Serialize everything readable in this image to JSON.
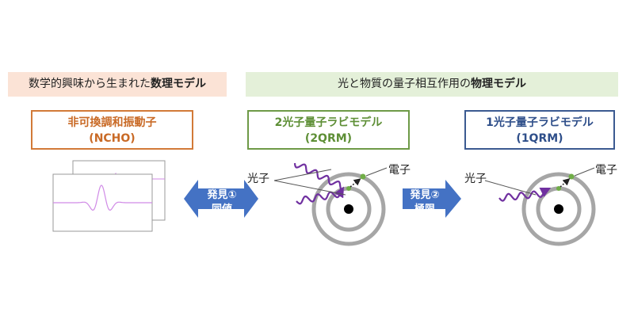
{
  "banners": {
    "left": {
      "prefix": "数学的興味から生まれた",
      "bold": "数理モデル"
    },
    "right": {
      "prefix": "光と物質の量子相互作用の",
      "bold": "物理モデル"
    }
  },
  "models": {
    "ncho": {
      "name": "非可換調和振動子",
      "abbr": "(NCHO)",
      "color": "#c96a26"
    },
    "qrm2": {
      "name": "2光子量子ラビモデル",
      "abbr": "(2QRM)",
      "color": "#5e8f36"
    },
    "qrm1": {
      "name": "1光子量子ラビモデル",
      "abbr": "(1QRM)",
      "color": "#2f4f8a"
    }
  },
  "discoveries": {
    "first": {
      "label": "発見①",
      "text": "同値"
    },
    "second": {
      "label": "発見②",
      "text": "極限"
    }
  },
  "annotations": {
    "photon": "光子",
    "electron": "電子"
  },
  "colors": {
    "arrow": "#4472c4",
    "wave": "#7030a0",
    "orbit": "#a6a6a6",
    "electron": "#70ad47",
    "nucleus": "#000000",
    "waveform": "#d08ae6"
  },
  "icons": {
    "double_arrow": "double-headed-arrow-icon",
    "right_arrow": "right-arrow-icon",
    "atom": "atom-icon",
    "photon_wave": "wavy-arrow-icon",
    "waveform": "waveform-plot-icon"
  }
}
